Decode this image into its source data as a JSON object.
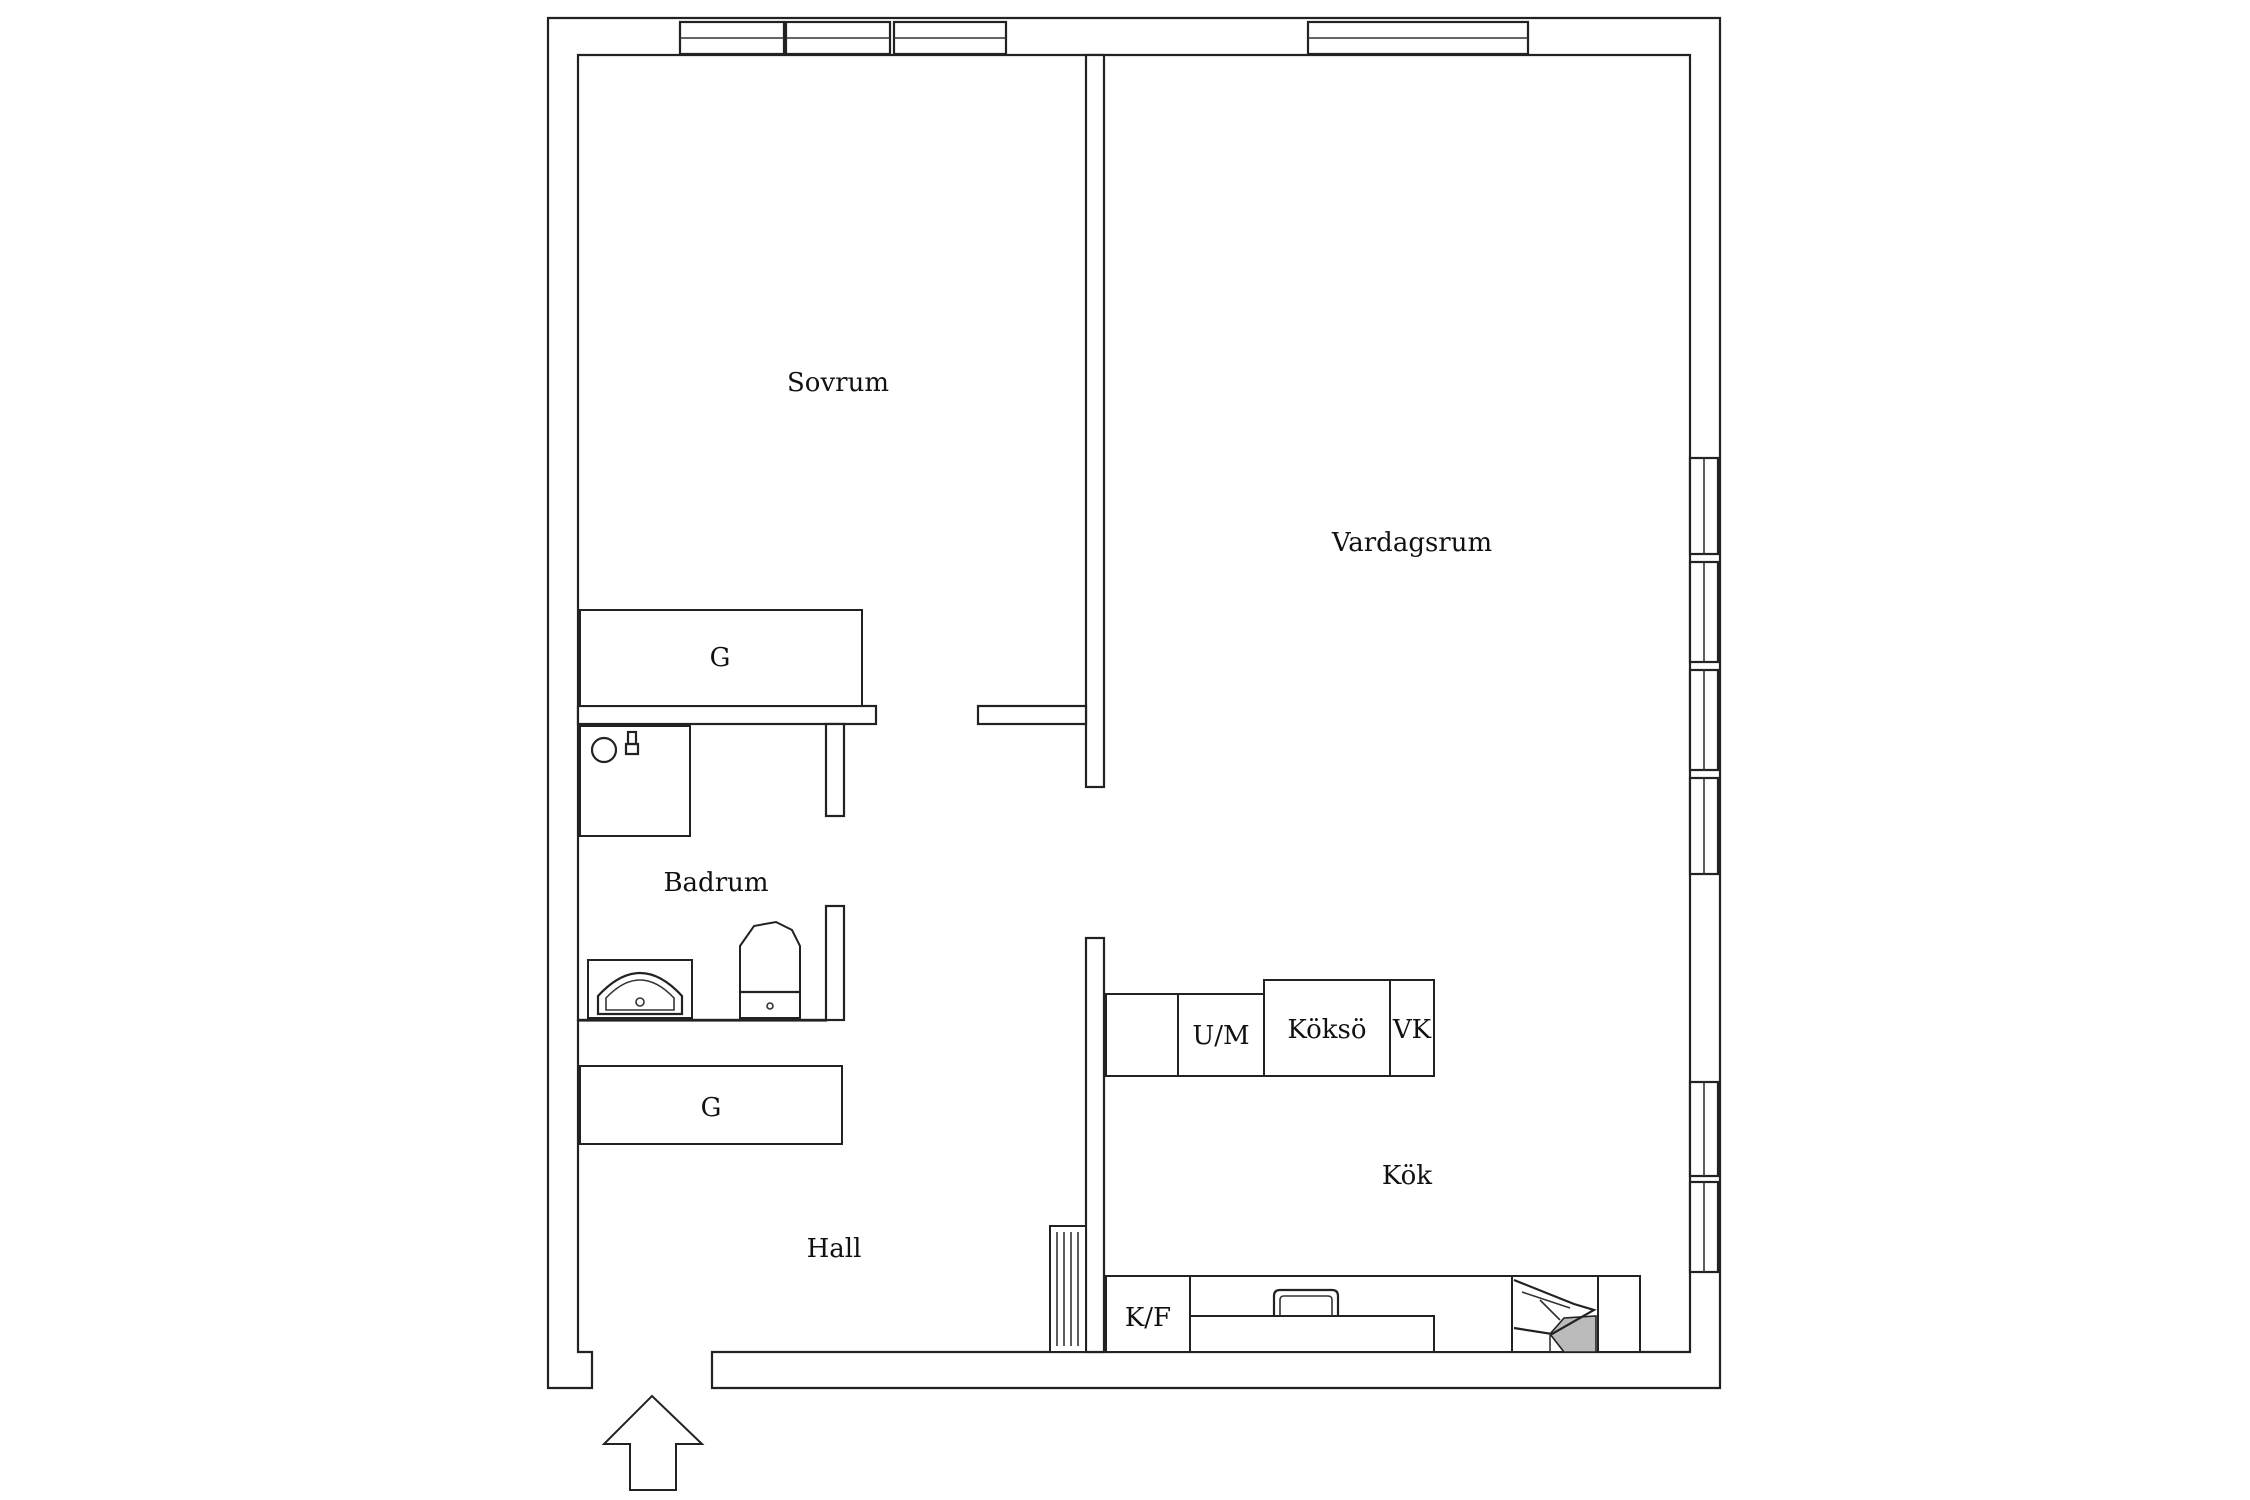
{
  "rooms": {
    "sovrum": "Sovrum",
    "vardagsrum": "Vardagsrum",
    "badrum": "Badrum",
    "hall": "Hall",
    "kok": "Kök"
  },
  "fixtures": {
    "garderob_sovrum": "G",
    "garderob_hall": "G",
    "um": "U/M",
    "kokso": "Köksö",
    "vk": "VK",
    "kf": "K/F"
  },
  "symbols": {
    "entrance": "arrow-up-icon",
    "shower": "shower-icon",
    "sink": "sink-icon",
    "toilet": "toilet-icon",
    "radiator": "radiator-icon",
    "stove": "stove-icon",
    "kitchen_sink": "kitchen-sink-icon"
  },
  "colors": {
    "line": "#222222",
    "background": "#ffffff",
    "shade": "#bbbbbb"
  }
}
